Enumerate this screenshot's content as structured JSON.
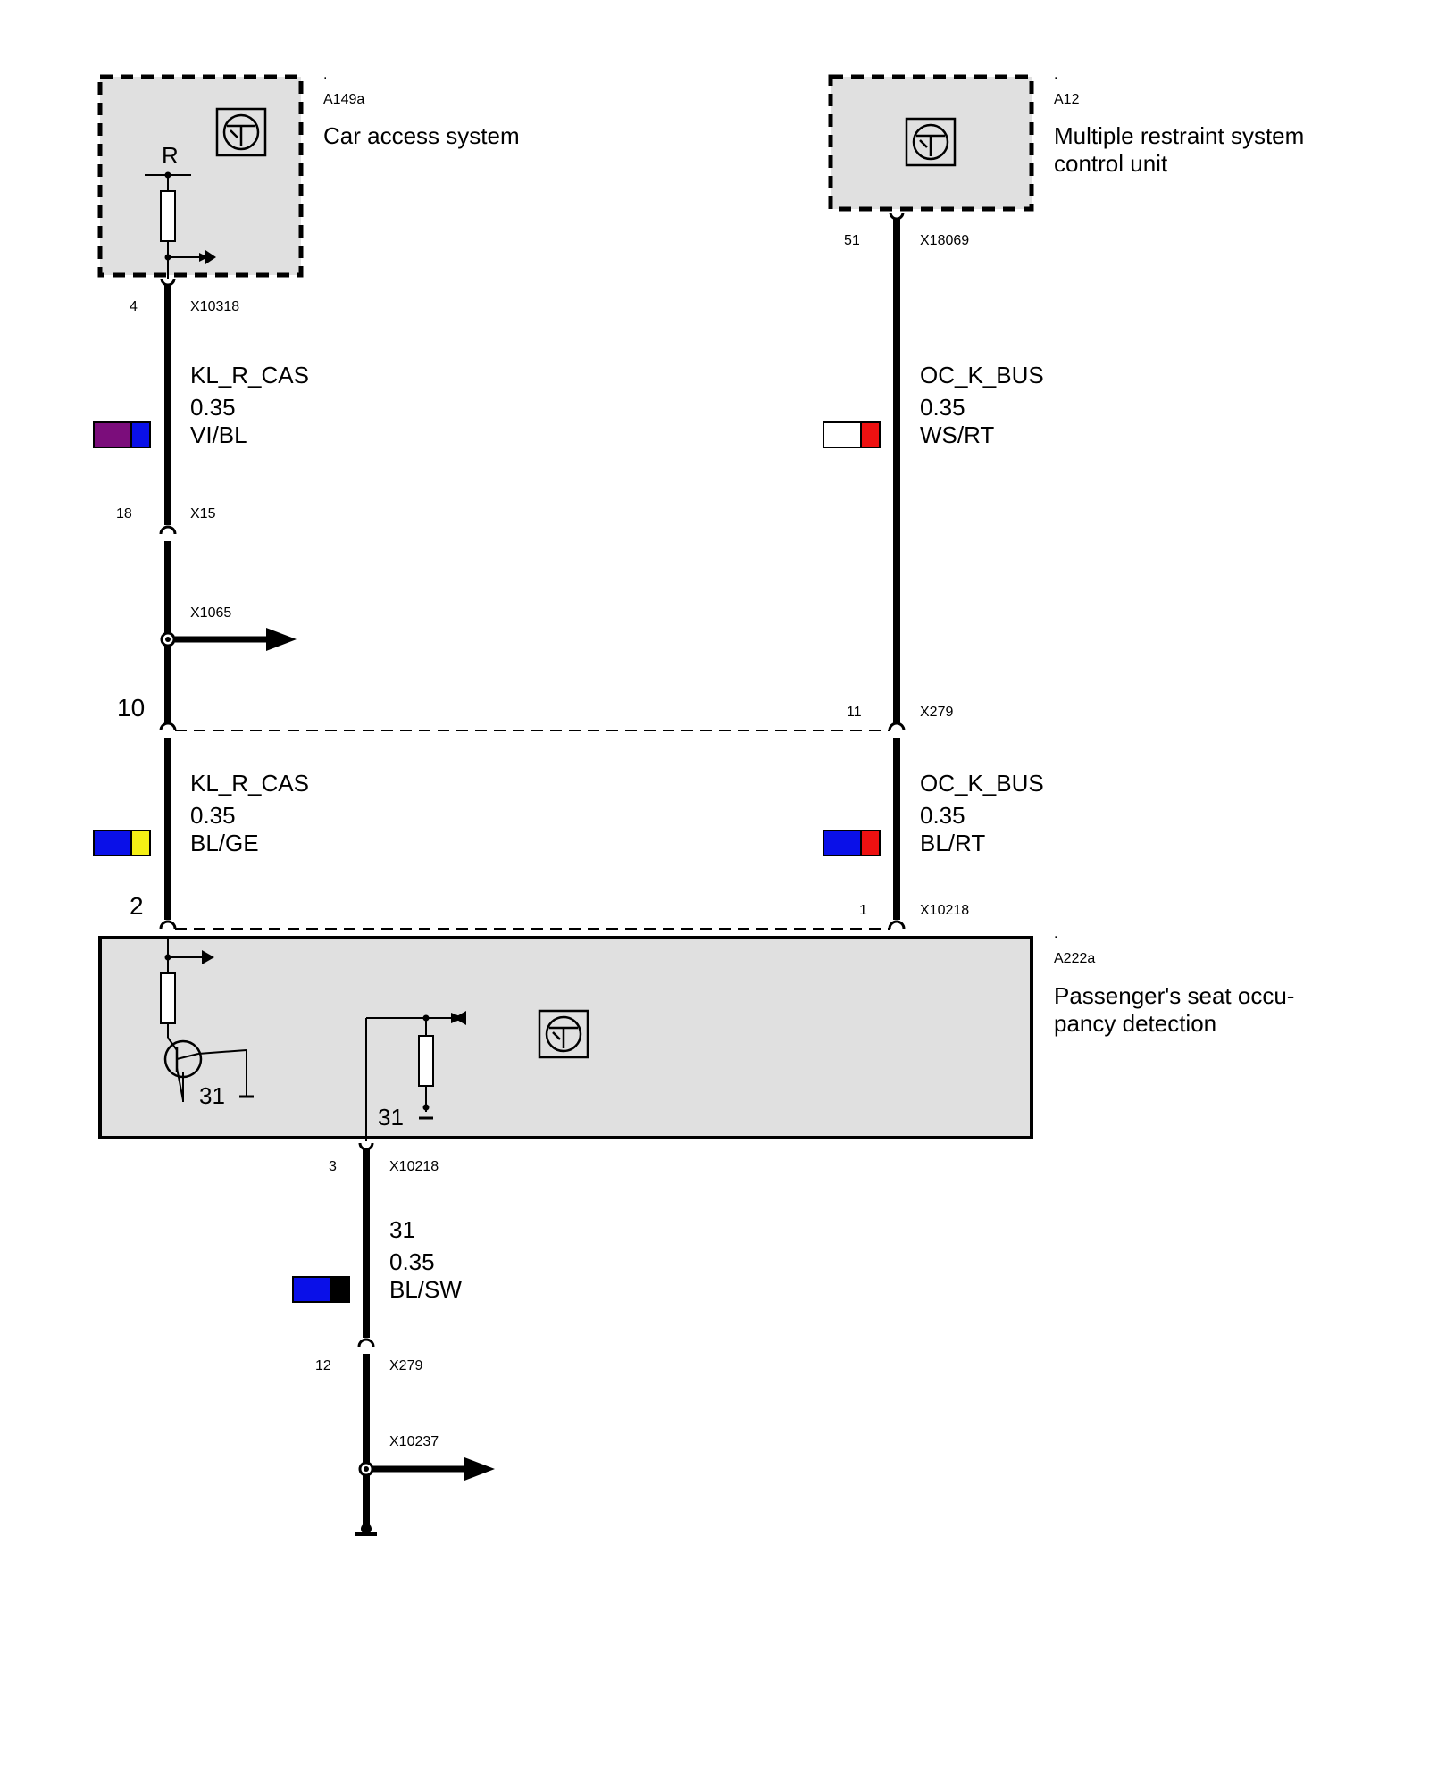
{
  "components": {
    "a149a": {
      "dot": ".",
      "id": "A149a",
      "name_lines": [
        "Car access system"
      ],
      "resistor_label": "R"
    },
    "a12": {
      "dot": ".",
      "id": "A12",
      "name_lines": [
        "Multiple restraint system",
        "control unit"
      ]
    },
    "a222a": {
      "dot": ".",
      "id": "A222a",
      "name_lines": [
        "Passenger's seat occu-",
        "pancy detection"
      ],
      "ground_labels": [
        "31",
        "31"
      ]
    }
  },
  "wires": {
    "left_top": {
      "signal": "KL_R_CAS",
      "size": "0.35",
      "color_code": "VI/BL",
      "colors": [
        "#7b0d7b",
        "#0a10e8"
      ]
    },
    "right_top": {
      "signal": "OC_K_BUS",
      "size": "0.35",
      "color_code": "WS/RT",
      "colors": [
        "#ffffff",
        "#ee1111"
      ]
    },
    "left_bottom": {
      "signal": "KL_R_CAS",
      "size": "0.35",
      "color_code": "BL/GE",
      "colors": [
        "#0a10e8",
        "#f5f015"
      ]
    },
    "right_bottom": {
      "signal": "OC_K_BUS",
      "size": "0.35",
      "color_code": "BL/RT",
      "colors": [
        "#0a10e8",
        "#ee1111"
      ]
    },
    "ground": {
      "signal": "31",
      "size": "0.35",
      "color_code": "BL/SW",
      "colors": [
        "#0a10e8",
        "#000000"
      ]
    }
  },
  "connectors": {
    "a149a_out": {
      "pin": "4",
      "name": "X10318"
    },
    "a12_out": {
      "pin": "51",
      "name": "X18069"
    },
    "left_x15": {
      "pin": "18",
      "name": "X15"
    },
    "left_splice": {
      "name": "X1065"
    },
    "left_x279": {
      "pin": "10"
    },
    "right_x279": {
      "pin": "11",
      "name": "X279"
    },
    "a222a_left": {
      "pin": "2"
    },
    "a222a_right": {
      "pin": "1",
      "name": "X10218"
    },
    "a222a_gnd": {
      "pin": "3",
      "name": "X10218"
    },
    "gnd_x279": {
      "pin": "12",
      "name": "X279"
    },
    "gnd_splice": {
      "name": "X10237"
    }
  },
  "colors": {
    "box_fill": "#e0e0e0",
    "wire": "#000000"
  }
}
